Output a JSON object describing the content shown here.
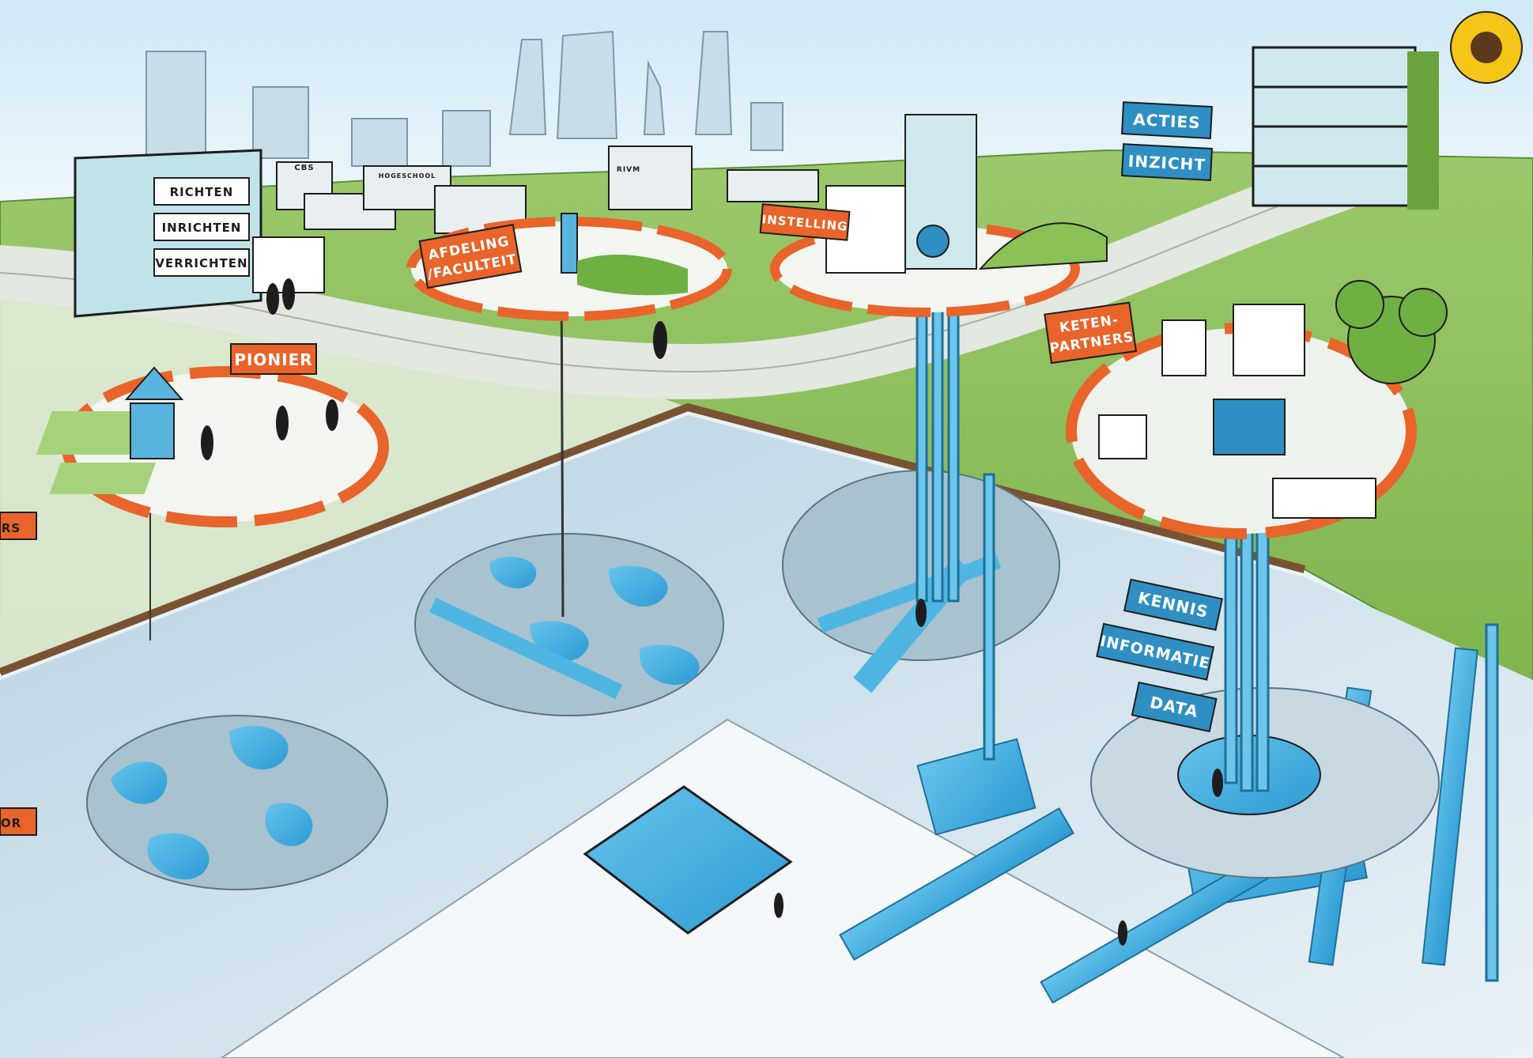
{
  "scene": {
    "description_labels": {
      "building_floors": [
        "RICHTEN",
        "INRICHTEN",
        "VERRICHTEN"
      ],
      "sign_pionier": "PIONIER",
      "sign_afdeling": [
        "AFDELING",
        "/FACULTEIT"
      ],
      "sign_instelling": "INSTELLING",
      "sign_ketenpartners": [
        "KETEN-",
        "PARTNERS"
      ],
      "sign_acties": "ACTIES",
      "sign_inzicht": "INZICHT",
      "sign_kennis": "KENNIS",
      "sign_informatie": "INFORMATIE",
      "sign_data": "DATA",
      "left_edge_tag_top": "RS",
      "left_edge_tag_bottom": "OR",
      "tiny_building_labels": [
        "CBS",
        "HOGESCHOOL",
        "RIVM"
      ]
    },
    "colors": {
      "sky": "#dff0f8",
      "grass": "#8cbf5a",
      "grass_dark": "#6aa33d",
      "path": "#e8ece6",
      "orange": "#e8642a",
      "water": "#4fb6e3",
      "water_dark": "#2a8fc4",
      "underground": "#c9dbe6",
      "sign_blue": "#2f8fc2",
      "ink": "#1d1d1d"
    }
  }
}
